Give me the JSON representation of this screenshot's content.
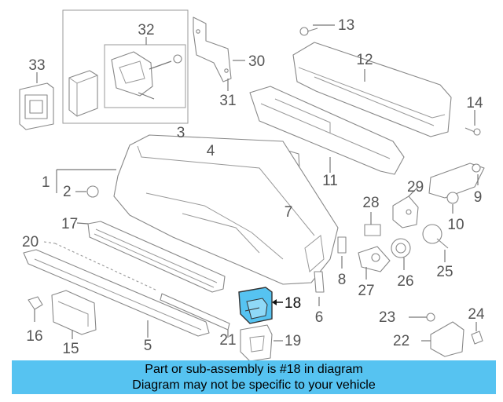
{
  "diagram": {
    "callouts": [
      {
        "id": "1",
        "text": "1"
      },
      {
        "id": "2",
        "text": "2"
      },
      {
        "id": "3",
        "text": "3"
      },
      {
        "id": "4",
        "text": "4"
      },
      {
        "id": "5",
        "text": "5"
      },
      {
        "id": "6",
        "text": "6"
      },
      {
        "id": "7",
        "text": "7"
      },
      {
        "id": "8",
        "text": "8"
      },
      {
        "id": "9",
        "text": "9"
      },
      {
        "id": "10",
        "text": "10"
      },
      {
        "id": "11",
        "text": "11"
      },
      {
        "id": "12",
        "text": "12"
      },
      {
        "id": "13",
        "text": "13"
      },
      {
        "id": "14",
        "text": "14"
      },
      {
        "id": "15",
        "text": "15"
      },
      {
        "id": "16",
        "text": "16"
      },
      {
        "id": "17",
        "text": "17"
      },
      {
        "id": "18",
        "text": "18"
      },
      {
        "id": "19",
        "text": "19"
      },
      {
        "id": "20",
        "text": "20"
      },
      {
        "id": "21",
        "text": "21"
      },
      {
        "id": "22",
        "text": "22"
      },
      {
        "id": "23",
        "text": "23"
      },
      {
        "id": "24",
        "text": "24"
      },
      {
        "id": "25",
        "text": "25"
      },
      {
        "id": "26",
        "text": "26"
      },
      {
        "id": "27",
        "text": "27"
      },
      {
        "id": "28",
        "text": "28"
      },
      {
        "id": "29",
        "text": "29"
      },
      {
        "id": "30",
        "text": "30"
      },
      {
        "id": "31",
        "text": "31"
      },
      {
        "id": "32",
        "text": "32"
      },
      {
        "id": "33",
        "text": "33"
      }
    ],
    "highlighted_part": "18",
    "highlight_color": "#56c3f1"
  },
  "banner": {
    "line1": "Part or sub-assembly is #18 in diagram",
    "line2": "Diagram may not be specific to your vehicle",
    "background_color": "#56c3f1"
  }
}
